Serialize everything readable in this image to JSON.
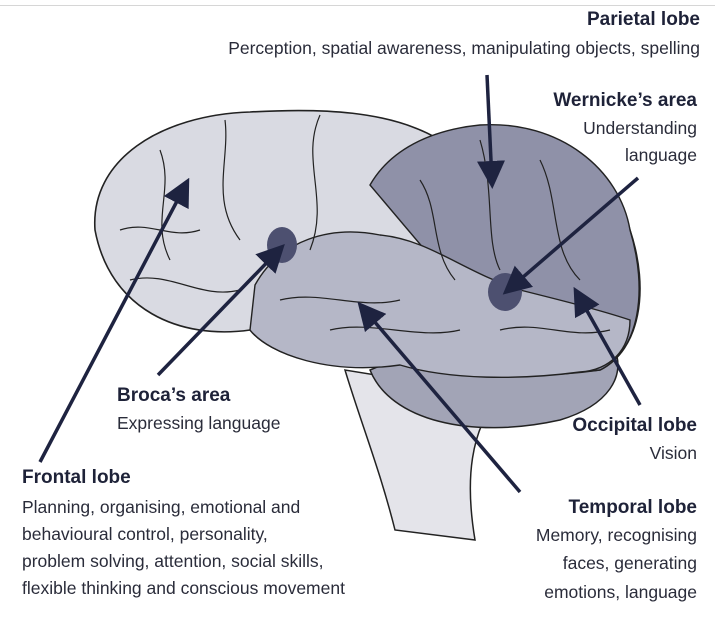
{
  "labels": {
    "parietal": {
      "title": "Parietal lobe",
      "desc": [
        "Perception, spatial awareness, manipulating objects, spelling"
      ]
    },
    "wernicke": {
      "title": "Wernicke’s area",
      "desc": [
        "Understanding",
        "language"
      ]
    },
    "broca": {
      "title": "Broca’s area",
      "desc": [
        "Expressing language"
      ]
    },
    "occipital": {
      "title": "Occipital lobe",
      "desc": [
        "Vision"
      ]
    },
    "frontal": {
      "title": "Frontal lobe",
      "desc": [
        "Planning, organising, emotional and",
        "behavioural control, personality,",
        "problem solving, attention, social skills,",
        "flexible thinking and conscious movement"
      ]
    },
    "temporal": {
      "title": "Temporal lobe",
      "desc": [
        "Memory, recognising",
        "faces, generating",
        "emotions, language"
      ]
    }
  },
  "colors": {
    "frontal": "#d9dae2",
    "parietal": "#8f91a8",
    "temporal": "#b5b7c7",
    "speech_areas": "#4d5070",
    "cerebellum": "#a2a4b6",
    "brainstem": "#e4e4ea",
    "arrow": "#1e2340"
  }
}
